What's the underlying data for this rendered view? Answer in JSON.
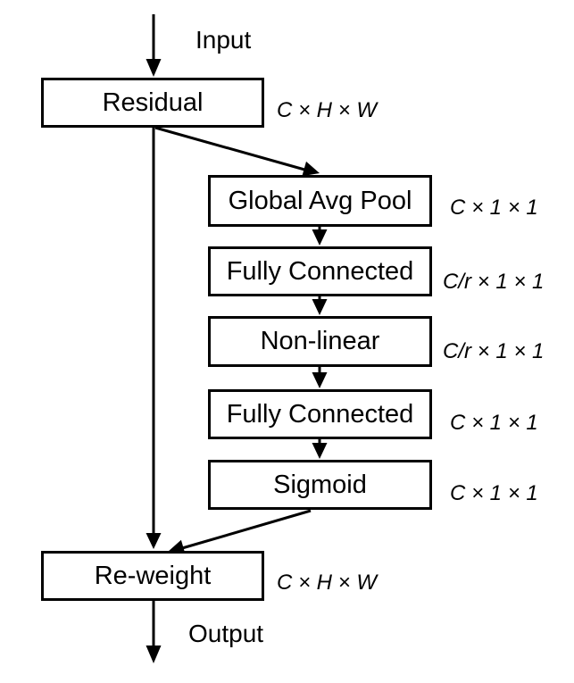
{
  "diagram": {
    "input_label": "Input",
    "output_label": "Output",
    "boxes": [
      {
        "id": "residual",
        "label": "Residual",
        "dim": "C × H × W"
      },
      {
        "id": "global-avg-pool",
        "label": "Global Avg Pool",
        "dim": "C × 1 × 1"
      },
      {
        "id": "fully-connected-1",
        "label": "Fully Connected",
        "dim": "C/r × 1 × 1"
      },
      {
        "id": "non-linear",
        "label": "Non-linear",
        "dim": "C/r × 1 × 1"
      },
      {
        "id": "fully-connected-2",
        "label": "Fully Connected",
        "dim": "C × 1 × 1"
      },
      {
        "id": "sigmoid",
        "label": "Sigmoid",
        "dim": "C × 1 × 1"
      },
      {
        "id": "re-weight",
        "label": "Re-weight",
        "dim": "C × H × W"
      }
    ],
    "colors": {
      "line": "#000000",
      "box_fill": "#ffffff",
      "background": "#ffffff",
      "text": "#000000"
    }
  }
}
